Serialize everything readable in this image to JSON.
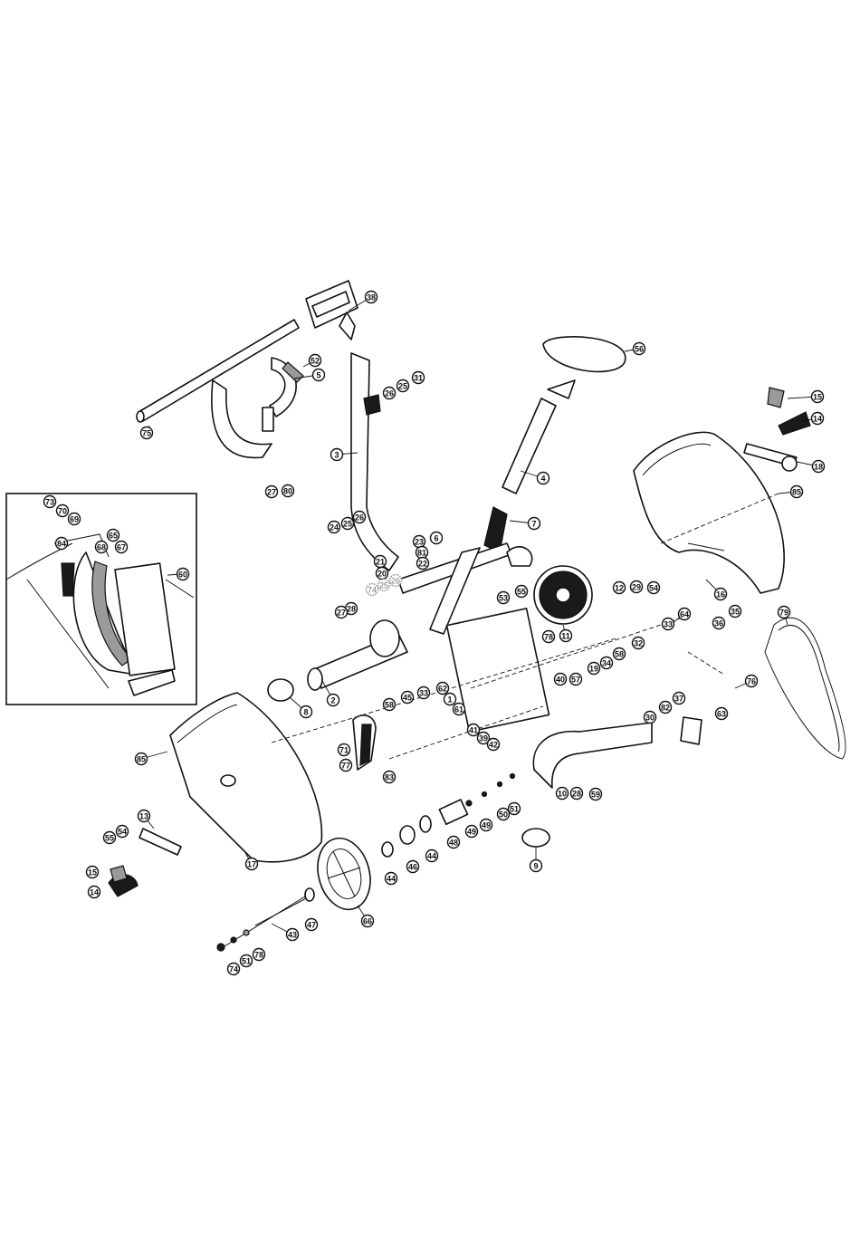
{
  "diagram": {
    "callouts": [
      {
        "id": "c38",
        "label": "38"
      },
      {
        "id": "c56",
        "label": "56"
      },
      {
        "id": "c52",
        "label": "52"
      },
      {
        "id": "c5",
        "label": "5"
      },
      {
        "id": "c75",
        "label": "75"
      },
      {
        "id": "c26a",
        "label": "26"
      },
      {
        "id": "c25a",
        "label": "25"
      },
      {
        "id": "c31",
        "label": "31"
      },
      {
        "id": "c3",
        "label": "3"
      },
      {
        "id": "c27",
        "label": "27"
      },
      {
        "id": "c80",
        "label": "80"
      },
      {
        "id": "c4",
        "label": "4"
      },
      {
        "id": "c7",
        "label": "7"
      },
      {
        "id": "c6",
        "label": "6"
      },
      {
        "id": "c24",
        "label": "24"
      },
      {
        "id": "c25b",
        "label": "25"
      },
      {
        "id": "c26b",
        "label": "26"
      },
      {
        "id": "c23",
        "label": "23"
      },
      {
        "id": "c81",
        "label": "81"
      },
      {
        "id": "c22",
        "label": "22"
      },
      {
        "id": "c21",
        "label": "21"
      },
      {
        "id": "c20",
        "label": "20"
      },
      {
        "id": "c74a",
        "label": "74",
        "dim": true
      },
      {
        "id": "c25c",
        "label": "25",
        "dim": true
      },
      {
        "id": "c26c",
        "label": "26",
        "dim": true
      },
      {
        "id": "c28a",
        "label": "28"
      },
      {
        "id": "c27b",
        "label": "27"
      },
      {
        "id": "c2",
        "label": "2"
      },
      {
        "id": "c8",
        "label": "8"
      },
      {
        "id": "c53",
        "label": "53"
      },
      {
        "id": "c55",
        "label": "55"
      },
      {
        "id": "c11",
        "label": "11"
      },
      {
        "id": "c12",
        "label": "12"
      },
      {
        "id": "c29",
        "label": "29"
      },
      {
        "id": "c54",
        "label": "54"
      },
      {
        "id": "c78a",
        "label": "78"
      },
      {
        "id": "c58",
        "label": "58"
      },
      {
        "id": "c45",
        "label": "45"
      },
      {
        "id": "c33",
        "label": "33"
      },
      {
        "id": "c62",
        "label": "62"
      },
      {
        "id": "c1",
        "label": "1"
      },
      {
        "id": "c61",
        "label": "61"
      },
      {
        "id": "c40",
        "label": "40"
      },
      {
        "id": "c57",
        "label": "57"
      },
      {
        "id": "c19",
        "label": "19"
      },
      {
        "id": "c34",
        "label": "34"
      },
      {
        "id": "c58b",
        "label": "58"
      },
      {
        "id": "c32",
        "label": "32"
      },
      {
        "id": "c33b",
        "label": "33"
      },
      {
        "id": "c64",
        "label": "64"
      },
      {
        "id": "c36",
        "label": "36"
      },
      {
        "id": "c35",
        "label": "35"
      },
      {
        "id": "c37",
        "label": "37"
      },
      {
        "id": "c82",
        "label": "82"
      },
      {
        "id": "c30",
        "label": "30"
      },
      {
        "id": "c76",
        "label": "76"
      },
      {
        "id": "c63",
        "label": "63"
      },
      {
        "id": "c79",
        "label": "79"
      },
      {
        "id": "c85r",
        "label": "85"
      },
      {
        "id": "c16",
        "label": "16"
      },
      {
        "id": "c15",
        "label": "15"
      },
      {
        "id": "c14",
        "label": "14"
      },
      {
        "id": "c18",
        "label": "18"
      },
      {
        "id": "c41",
        "label": "41"
      },
      {
        "id": "c39",
        "label": "39"
      },
      {
        "id": "c42",
        "label": "42"
      },
      {
        "id": "c71",
        "label": "71"
      },
      {
        "id": "c77",
        "label": "77"
      },
      {
        "id": "c83",
        "label": "83"
      },
      {
        "id": "c85l",
        "label": "85"
      },
      {
        "id": "c17",
        "label": "17"
      },
      {
        "id": "c10",
        "label": "10"
      },
      {
        "id": "c28b",
        "label": "28"
      },
      {
        "id": "c59",
        "label": "59"
      },
      {
        "id": "c9",
        "label": "9"
      },
      {
        "id": "c51a",
        "label": "51"
      },
      {
        "id": "c50",
        "label": "50"
      },
      {
        "id": "c49",
        "label": "49"
      },
      {
        "id": "c49b",
        "label": "49"
      },
      {
        "id": "c48",
        "label": "48"
      },
      {
        "id": "c44a",
        "label": "44"
      },
      {
        "id": "c46",
        "label": "46"
      },
      {
        "id": "c44b",
        "label": "44"
      },
      {
        "id": "c47",
        "label": "47"
      },
      {
        "id": "c66",
        "label": "66"
      },
      {
        "id": "c43",
        "label": "43"
      },
      {
        "id": "c78b",
        "label": "78"
      },
      {
        "id": "c51b",
        "label": "51"
      },
      {
        "id": "c74b",
        "label": "74"
      },
      {
        "id": "c13",
        "label": "13"
      },
      {
        "id": "c55b",
        "label": "55"
      },
      {
        "id": "c54b",
        "label": "54"
      },
      {
        "id": "c15l",
        "label": "15"
      },
      {
        "id": "c14l",
        "label": "14"
      },
      {
        "id": "c73",
        "label": "73"
      },
      {
        "id": "c70",
        "label": "70"
      },
      {
        "id": "c69",
        "label": "69"
      },
      {
        "id": "c84",
        "label": "84"
      },
      {
        "id": "c65",
        "label": "65"
      },
      {
        "id": "c68",
        "label": "68"
      },
      {
        "id": "c67",
        "label": "67"
      },
      {
        "id": "c60",
        "label": "60"
      }
    ]
  }
}
